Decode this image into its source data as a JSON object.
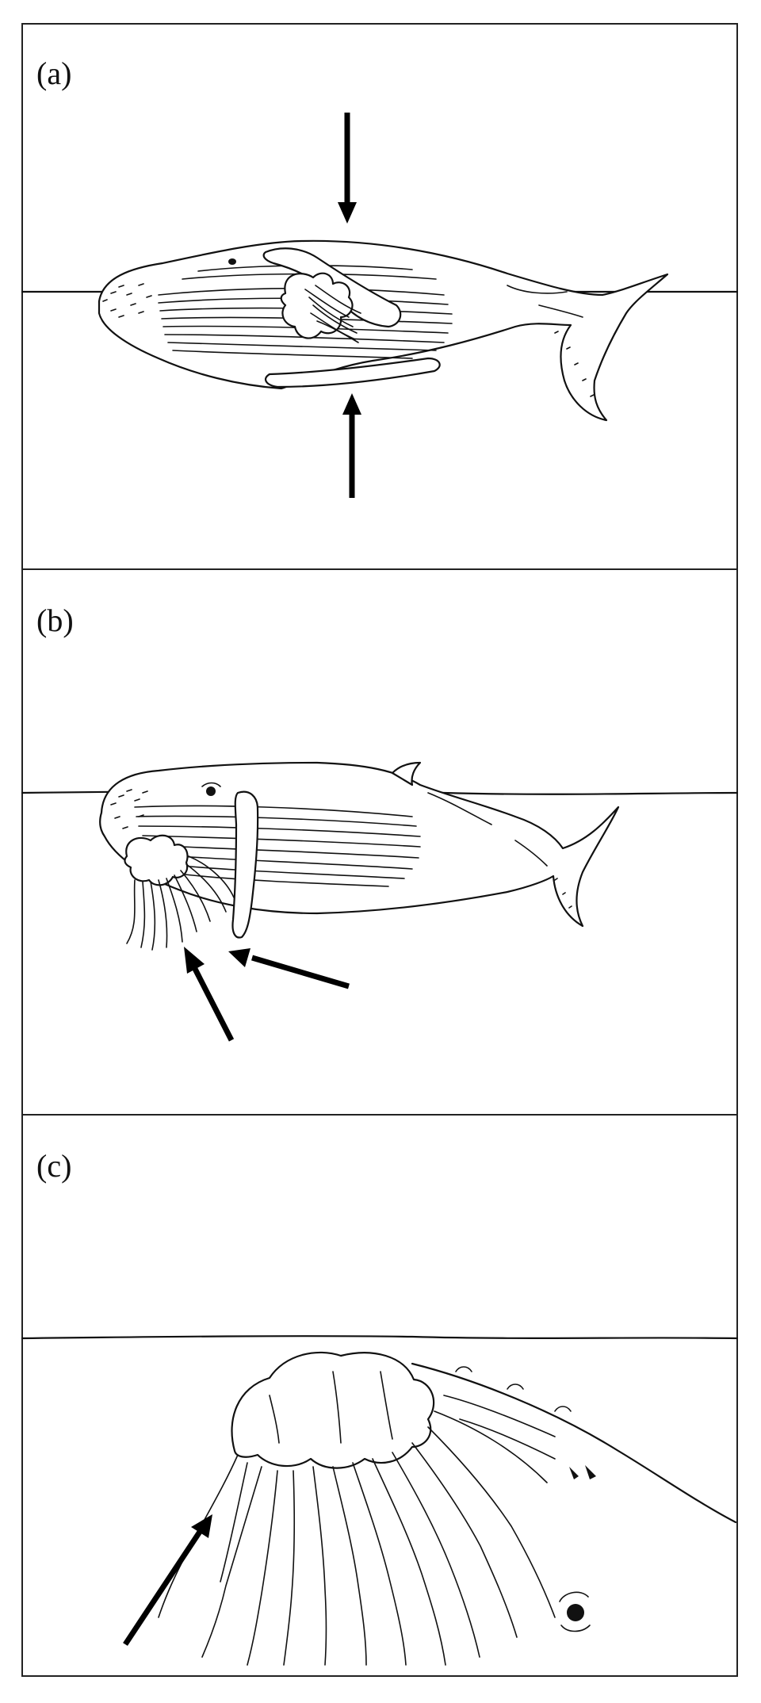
{
  "panels": [
    {
      "id": "a",
      "label": "(a)"
    },
    {
      "id": "b",
      "label": "(b)"
    },
    {
      "id": "c",
      "label": "(c)"
    }
  ],
  "colors": {
    "ink": "#111111",
    "background": "#ffffff",
    "arrow": "#000000"
  }
}
